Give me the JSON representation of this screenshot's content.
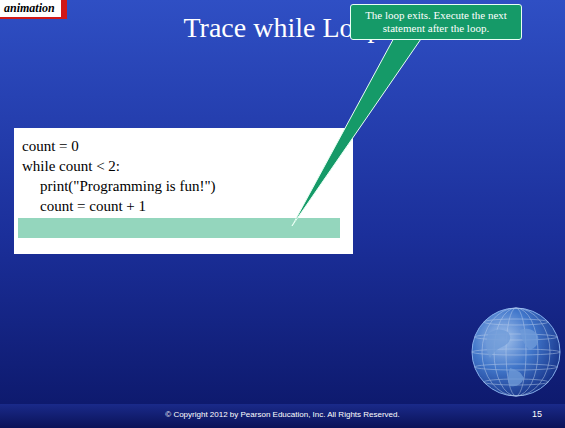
{
  "diagram": {
    "title": "Trace while Loop",
    "nodes": [
      {
        "text": [
          "animation"
        ]
      },
      {
        "text": [
          "count = 0",
          "while count < 2:",
          "print(\"Programming is fun!\")",
          "count = count + 1"
        ]
      },
      {
        "text": [
          "The loop exits. Execute the next statement after the loop."
        ]
      }
    ],
    "labels": [
      "© Copyright 2012 by Pearson Education, Inc. All Rights Reserved.",
      "15"
    ]
  }
}
